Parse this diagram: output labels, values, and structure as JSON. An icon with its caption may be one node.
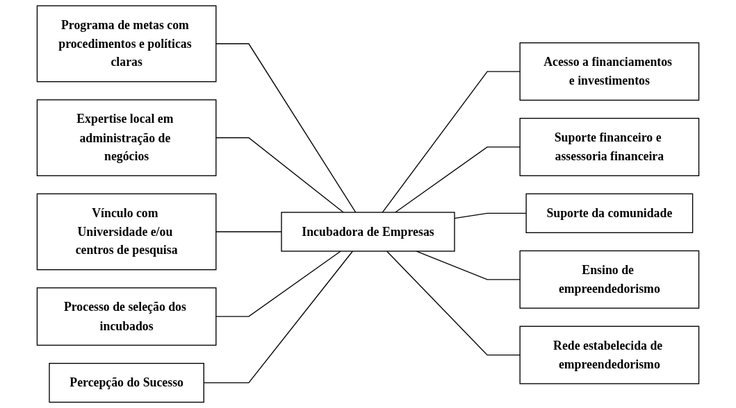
{
  "diagram": {
    "nodes": [
      {
        "text": [
          "Programa de metas com procedimentos e políticas claras"
        ]
      },
      {
        "text": [
          "Expertise local em administração de negócios"
        ]
      },
      {
        "text": [
          "Acesso a financiamentos e investimentos"
        ]
      },
      {
        "text": [
          "Vínculo com Universidade e/ou centros de pesquisa"
        ]
      },
      {
        "text": [
          "Suporte financeiro e assessoria financeira"
        ]
      },
      {
        "text": [
          "Incubadora de Empresas"
        ]
      },
      {
        "text": [
          "Processo de seleção dos incubados"
        ]
      },
      {
        "text": [
          "Suporte da comunidade"
        ]
      },
      {
        "text": [
          "Percepção do Sucesso"
        ]
      },
      {
        "text": [
          "Ensino de empreendedorismo"
        ]
      },
      {
        "text": [
          "Rede estabelecida de empreendedorismo"
        ]
      }
    ],
    "edges": [
      {
        "from": 0,
        "to": 5,
        "arrow": "none"
      },
      {
        "from": 1,
        "to": 5,
        "arrow": "none"
      },
      {
        "from": 5,
        "to": 2,
        "arrow": "none"
      },
      {
        "from": 3,
        "to": 5,
        "arrow": "none"
      },
      {
        "from": 5,
        "to": 4,
        "arrow": "none"
      },
      {
        "from": 6,
        "to": 5,
        "arrow": "none"
      },
      {
        "from": 5,
        "to": 7,
        "arrow": "none"
      },
      {
        "from": 8,
        "to": 5,
        "arrow": "none"
      },
      {
        "from": 5,
        "to": 9,
        "arrow": "none"
      },
      {
        "from": 5,
        "to": 10,
        "arrow": "none"
      }
    ]
  }
}
